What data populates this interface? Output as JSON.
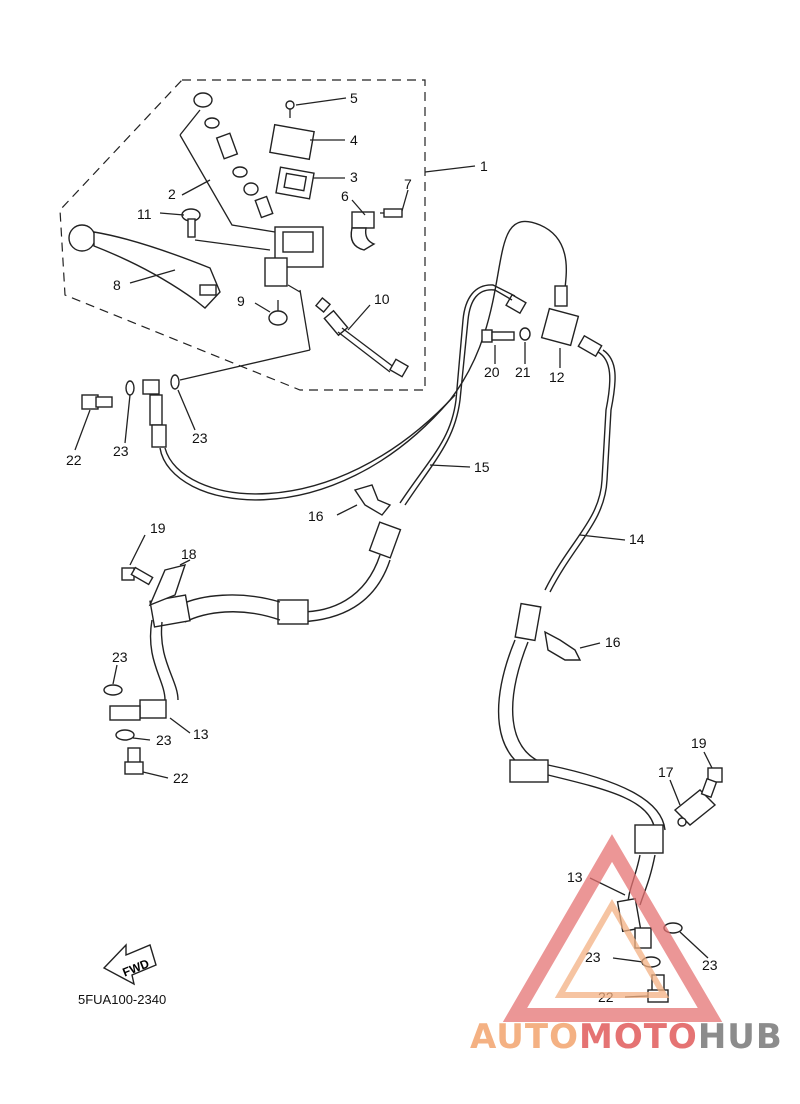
{
  "diagram": {
    "part_labels": {
      "p1": "1",
      "p2": "2",
      "p3": "3",
      "p4": "4",
      "p5": "5",
      "p6": "6",
      "p7": "7",
      "p8": "8",
      "p9": "9",
      "p10": "10",
      "p11": "11",
      "p12": "12",
      "p13a": "13",
      "p13b": "13",
      "p14": "14",
      "p15": "15",
      "p16a": "16",
      "p16b": "16",
      "p17": "17",
      "p18": "18",
      "p19a": "19",
      "p19b": "19",
      "p20": "20",
      "p21": "21",
      "p22a": "22",
      "p22b": "22",
      "p22c": "22",
      "p23a": "23",
      "p23b": "23",
      "p23c": "23",
      "p23d": "23",
      "p23e": "23",
      "p23f": "23"
    },
    "diagram_code": "5FUA100-2340",
    "fwd_label": "FWD"
  },
  "watermark": {
    "part1": "AUTO",
    "part2": "MOTO",
    "part3": "HUB",
    "colors": {
      "auto": "#f4b183",
      "moto": "#e57373",
      "hub": "#8c8c8c"
    }
  }
}
